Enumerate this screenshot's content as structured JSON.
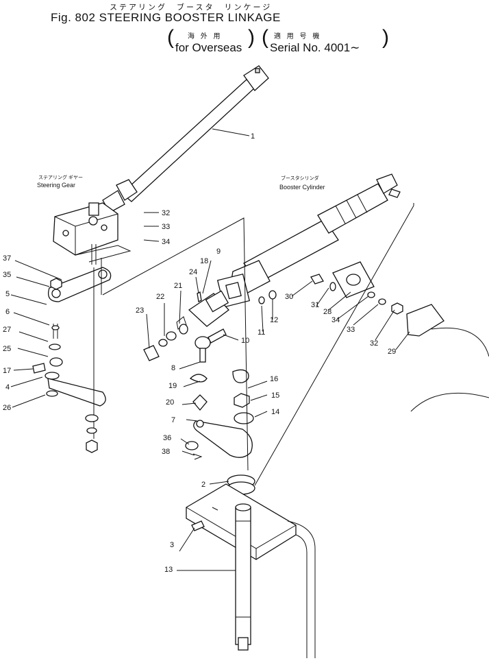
{
  "header": {
    "title_jp": "ステアリング　ブースタ　リンケージ",
    "title": "Fig. 802  STEERING  BOOSTER LINKAGE",
    "note_jp": "海 外 用",
    "note": "for Overseas",
    "serial_jp": "適 用 号 機",
    "serial": "Serial No.  4001∼"
  },
  "captions": {
    "steering_gear_jp": "ステアリング ギヤー",
    "steering_gear": "Steering Gear",
    "booster_cylinder_jp": "ブースタシリンダ",
    "booster_cylinder": "Booster Cylinder"
  },
  "callouts": [
    {
      "id": "c1",
      "text": "1"
    },
    {
      "id": "c32a",
      "text": "32"
    },
    {
      "id": "c33a",
      "text": "33"
    },
    {
      "id": "c34a",
      "text": "34"
    },
    {
      "id": "c37",
      "text": "37"
    },
    {
      "id": "c35",
      "text": "35"
    },
    {
      "id": "c5",
      "text": "5"
    },
    {
      "id": "c6",
      "text": "6"
    },
    {
      "id": "c27",
      "text": "27"
    },
    {
      "id": "c25",
      "text": "25"
    },
    {
      "id": "c17",
      "text": "17"
    },
    {
      "id": "c4",
      "text": "4"
    },
    {
      "id": "c26",
      "text": "26"
    },
    {
      "id": "c9",
      "text": "9"
    },
    {
      "id": "c18",
      "text": "18"
    },
    {
      "id": "c24",
      "text": "24"
    },
    {
      "id": "c21",
      "text": "21"
    },
    {
      "id": "c22",
      "text": "22"
    },
    {
      "id": "c23",
      "text": "23"
    },
    {
      "id": "c8",
      "text": "8"
    },
    {
      "id": "c10",
      "text": "10"
    },
    {
      "id": "c11",
      "text": "11"
    },
    {
      "id": "c12",
      "text": "12"
    },
    {
      "id": "c30",
      "text": "30"
    },
    {
      "id": "c31",
      "text": "31"
    },
    {
      "id": "c28",
      "text": "28"
    },
    {
      "id": "c34b",
      "text": "34"
    },
    {
      "id": "c33b",
      "text": "33"
    },
    {
      "id": "c32b",
      "text": "32"
    },
    {
      "id": "c29",
      "text": "29"
    },
    {
      "id": "c16",
      "text": "16"
    },
    {
      "id": "c15",
      "text": "15"
    },
    {
      "id": "c14",
      "text": "14"
    },
    {
      "id": "c19",
      "text": "19"
    },
    {
      "id": "c20",
      "text": "20"
    },
    {
      "id": "c7",
      "text": "7"
    },
    {
      "id": "c36",
      "text": "36"
    },
    {
      "id": "c38",
      "text": "38"
    },
    {
      "id": "c2",
      "text": "2"
    },
    {
      "id": "c3",
      "text": "3"
    },
    {
      "id": "c13",
      "text": "13"
    }
  ]
}
